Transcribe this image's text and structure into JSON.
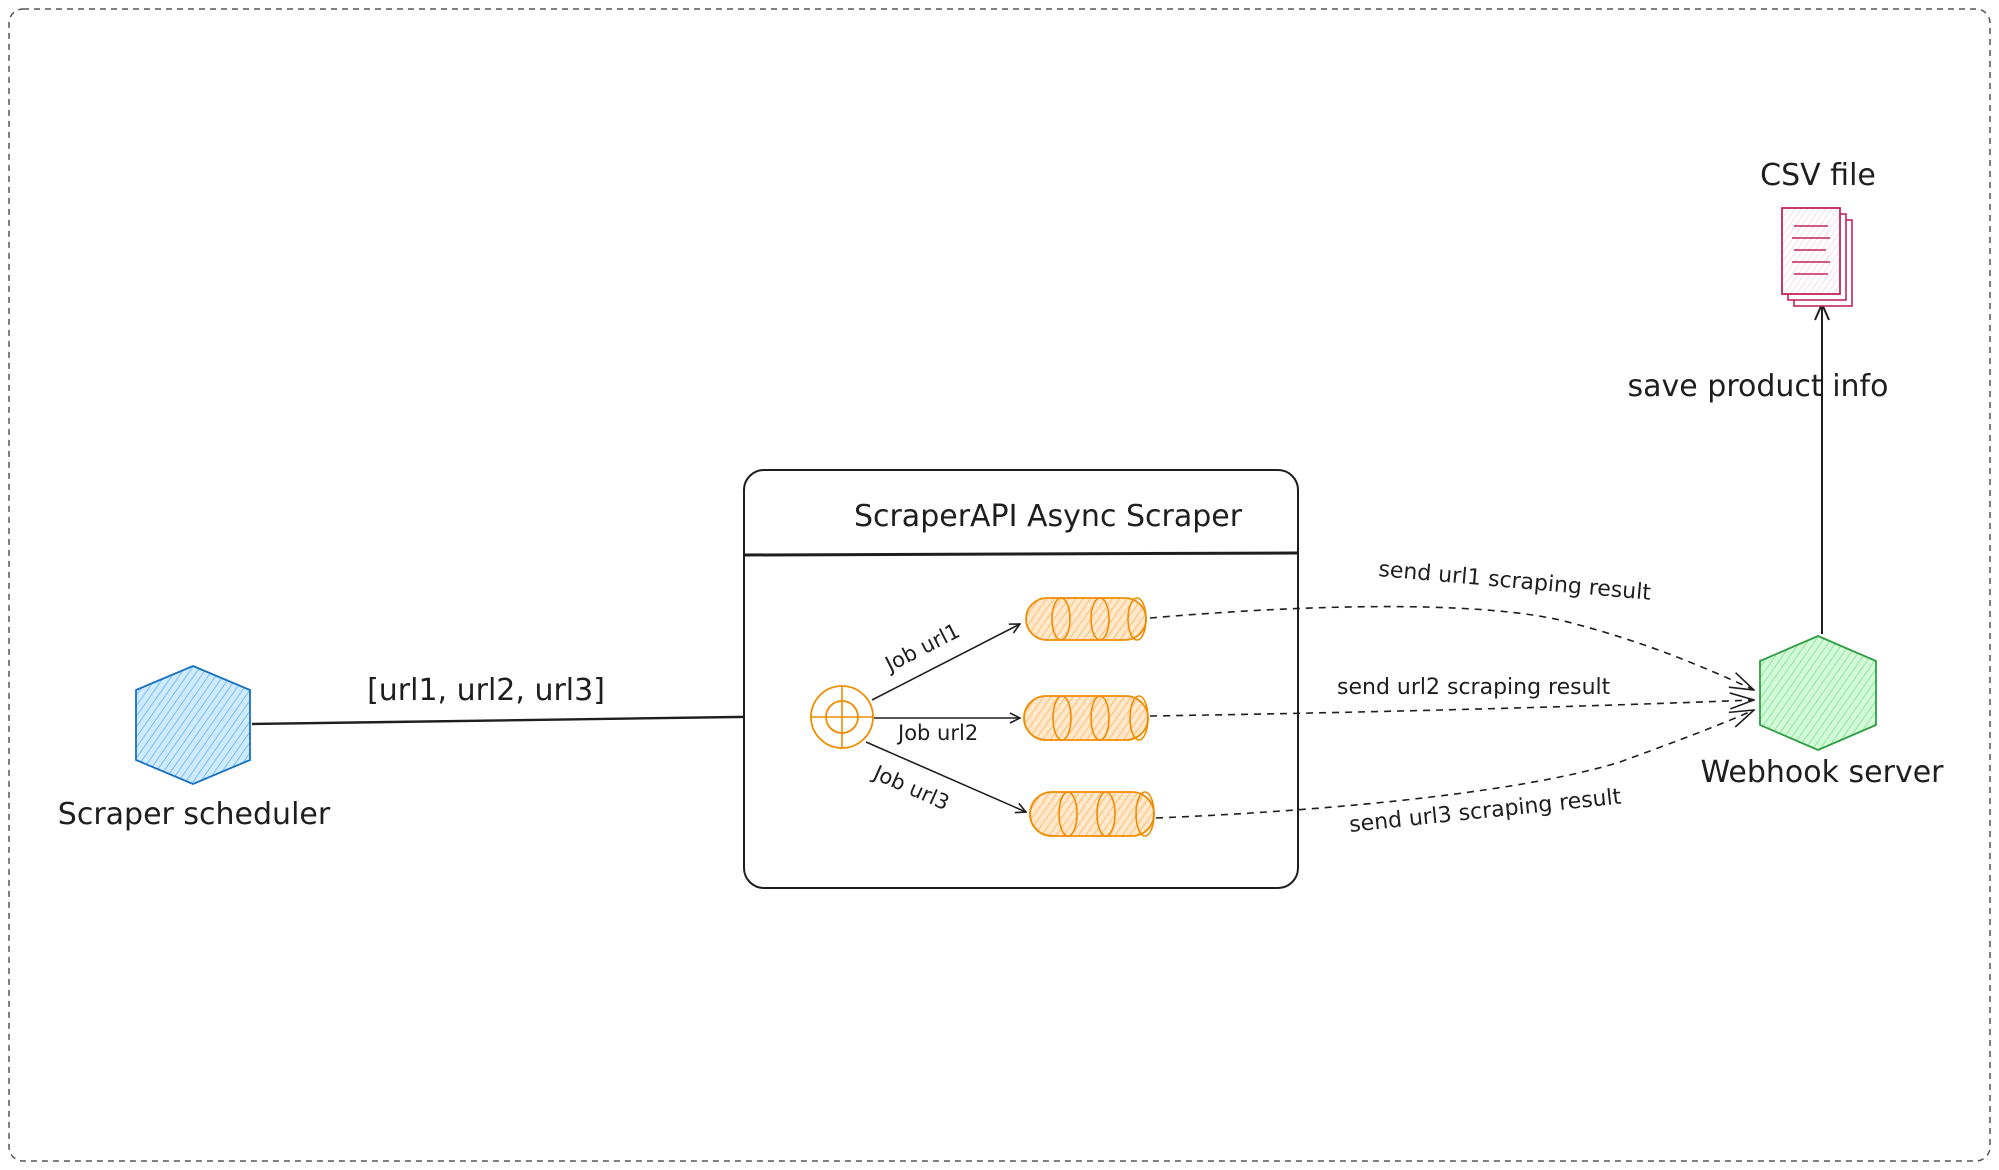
{
  "colors": {
    "scheduler": "#1971c2",
    "scheduler_fill": "#a5d8ff",
    "scraper": "#f08c00",
    "scraper_fill": "#ffc078",
    "webhook": "#2f9e44",
    "webhook_fill": "#b2f2bb",
    "csv": "#c2255c",
    "csv_fill": "#fcc2d7",
    "stroke": "#1e1e1e"
  },
  "icons": {
    "scheduler": "hexagon-icon",
    "webhook": "hexagon-icon",
    "csv": "document-stack-icon",
    "dispatcher": "crosshair-circle-icon",
    "queue": "cylinder-queue-icon"
  },
  "nodes": {
    "scheduler": {
      "label": "Scraper scheduler"
    },
    "async_scraper": {
      "title": "ScraperAPI Async Scraper"
    },
    "webhook": {
      "label": "Webhook server"
    },
    "csv": {
      "label": "CSV file"
    }
  },
  "edges": {
    "url_list": "[url1, url2, url3]",
    "job1": "Job url1",
    "job2": "Job url2",
    "job3": "Job url3",
    "result1": "send url1 scraping result",
    "result2": "send url2 scraping result",
    "result3": "send url3 scraping result",
    "save": "save product info"
  }
}
